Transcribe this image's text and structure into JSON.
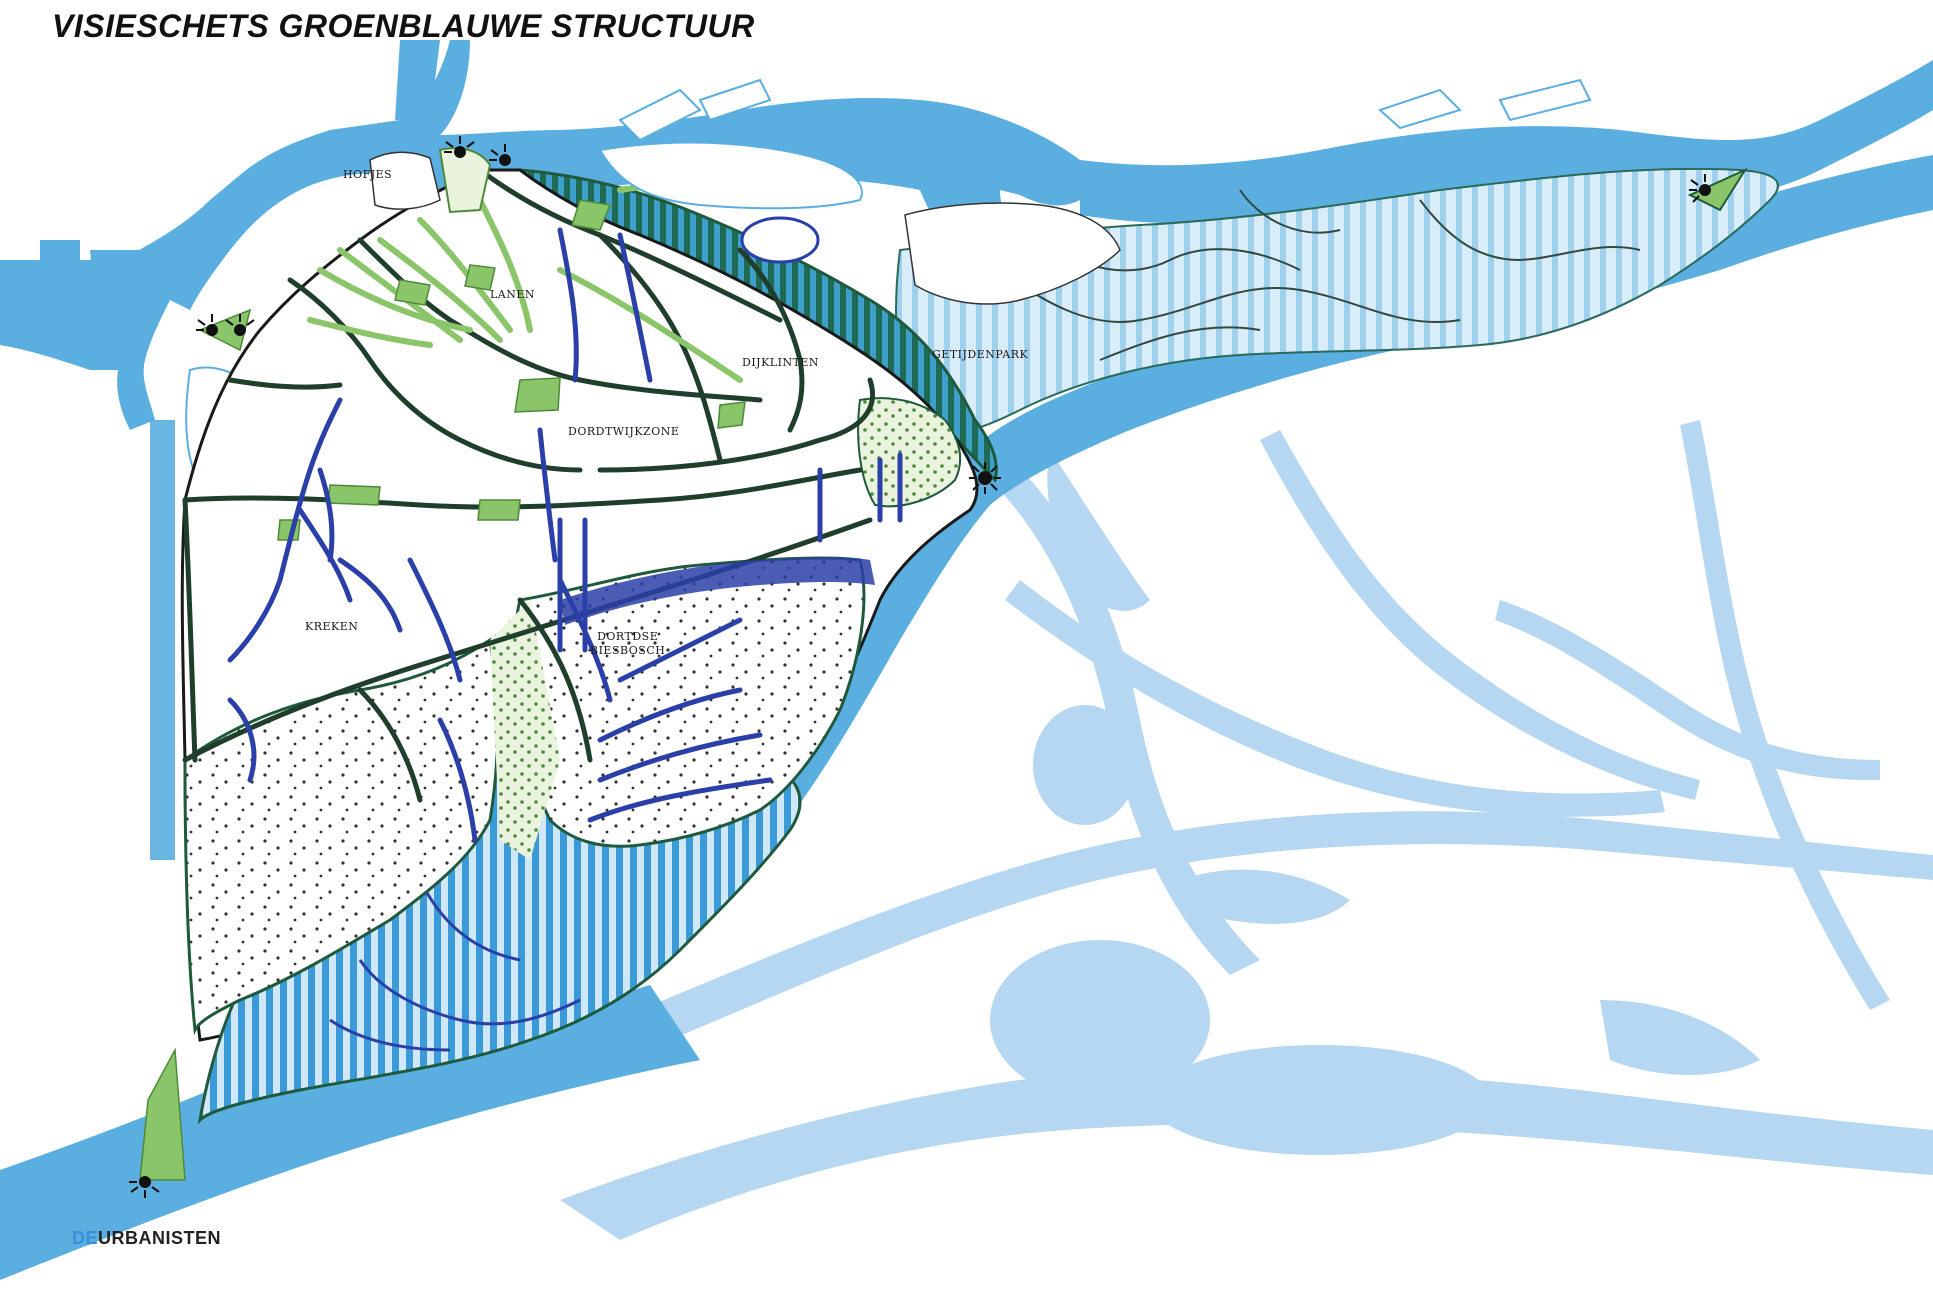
{
  "title": "VISIESCHETS GROENBLAUWE STRUCTUUR",
  "labels": {
    "hofjes": "HOFJES",
    "lanen": "LANEN",
    "dijklinten": "DIJKLINTEN",
    "getijdenpark": "GETIJDENPARK",
    "dordtwijkzone": "DORDTWIJKZONE",
    "kreken": "KREKEN",
    "dordtse_biesbosch_line1": "DORTDSE",
    "dordtse_biesbosch_line2": "BIESBOSCH"
  },
  "logo": {
    "prefix": "DE",
    "name": "URBANISTEN"
  },
  "colors": {
    "river": "#5aaee0",
    "light_water": "#b6d7f2",
    "dark_green": "#1f5a3c",
    "light_green": "#8bc56a",
    "creek_blue": "#2b3fa8",
    "tidal_stripes": "#2a8fd0"
  },
  "icons": [
    "sunburst-landmark-icon"
  ]
}
